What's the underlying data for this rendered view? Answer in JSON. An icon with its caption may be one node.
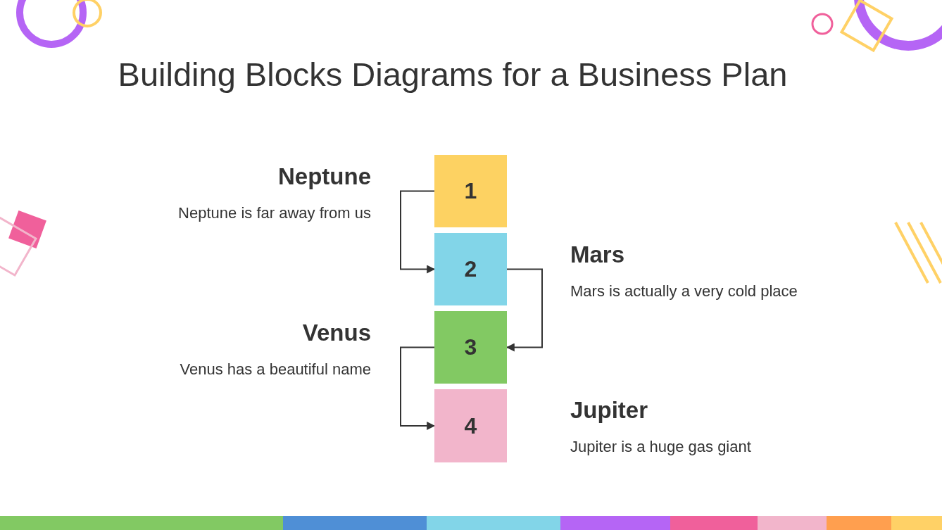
{
  "diagram": {
    "title": "Building Blocks Diagrams for a Business Plan",
    "nodes": [
      {
        "text": [
          "1"
        ],
        "beside": [
          "Neptune",
          "Neptune is far away from us"
        ]
      },
      {
        "text": [
          "2"
        ],
        "beside": [
          "Mars",
          "Mars is actually a very cold place"
        ]
      },
      {
        "text": [
          "3"
        ],
        "beside": [
          "Venus",
          "Venus has a beautiful name"
        ]
      },
      {
        "text": [
          "4"
        ],
        "beside": [
          "Jupiter",
          "Jupiter is a huge gas giant"
        ]
      }
    ],
    "edges": [
      {
        "from": 0,
        "to": 1,
        "arrow": "to"
      },
      {
        "from": 1,
        "to": 2,
        "arrow": "to"
      },
      {
        "from": 2,
        "to": 3,
        "arrow": "to"
      }
    ]
  }
}
